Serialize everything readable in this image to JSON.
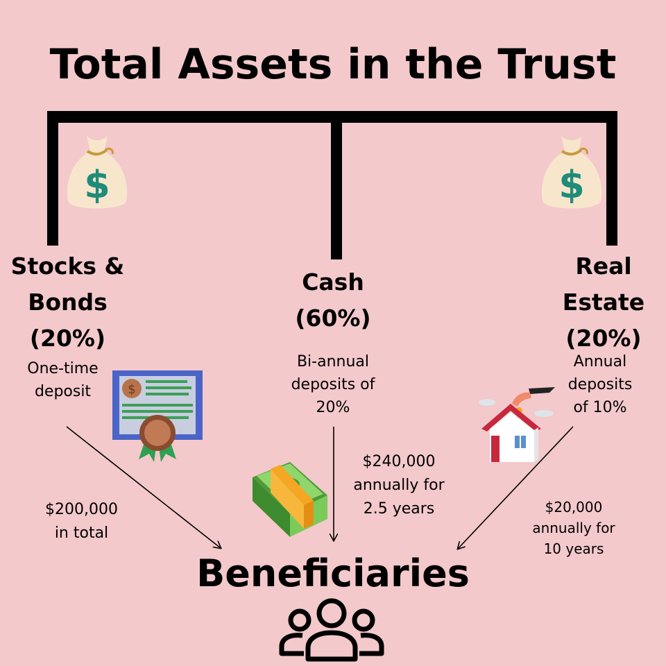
{
  "title": "Total Assets in the Trust",
  "assets": [
    {
      "name": "Stocks &\nBonds\n(20%)",
      "description": "One-time\ndeposit",
      "amount": "$200,000\nin total",
      "share_percent": 20
    },
    {
      "name": "Cash\n(60%)",
      "description": "Bi-annual\ndeposits of\n20%",
      "amount": "$240,000\nannually for\n2.5 years",
      "share_percent": 60
    },
    {
      "name": "Real\nEstate\n(20%)",
      "description": "Annual\ndeposits\nof 10%",
      "amount": "$20,000\nannually for\n10 years",
      "share_percent": 20
    }
  ],
  "recipient": "Beneficiaries",
  "money_bag_symbol": "$",
  "icons": [
    "money-bag-icon",
    "certificate-icon",
    "cash-stack-icon",
    "house-piggy-bank-icon",
    "people-group-icon"
  ],
  "colors": {
    "background": "#f3c9cb",
    "bag": "#f7e6cc",
    "dollar": "#1f8c79",
    "cash": "#6dbf4f",
    "band": "#f5a623",
    "certificate_frame": "#4a64c8",
    "house_roof": "#c8283c"
  }
}
